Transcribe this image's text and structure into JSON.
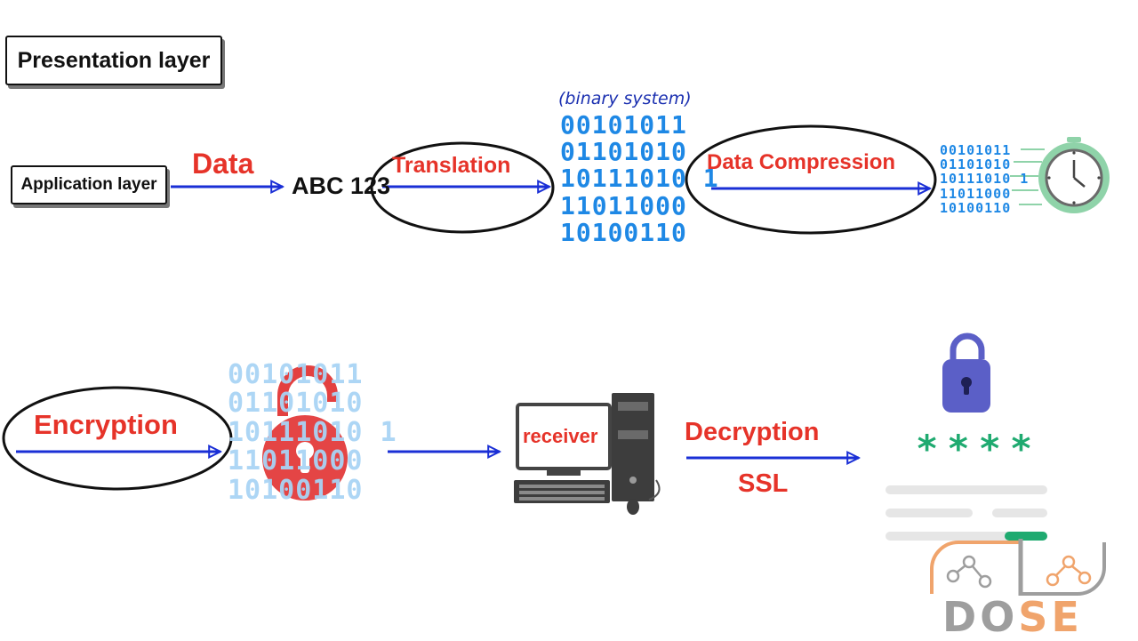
{
  "title": "Presentation layer",
  "application_layer": "Application layer",
  "labels": {
    "data": "Data",
    "abc": "ABC 123",
    "translation": "Translation",
    "binary_note": "(binary system)",
    "compression": "Data Compression",
    "encryption": "Encryption",
    "receiver": "receiver",
    "decryption": "Decryption",
    "ssl": "SSL",
    "stars": "****"
  },
  "binary_lines": "00101011\n01101010\n10111010 1\n11011000\n10100110",
  "binary_small_lines": "00101011\n01101010\n10111010 1\n11011000\n10100110",
  "binary_encrypted_lines": "00101011\n01101010\n10111010 1\n11011000\n10100110",
  "logo": {
    "d": "D",
    "o": "O",
    "s": "S",
    "e": "E"
  },
  "colors": {
    "red_label": "#e63329",
    "arrow_blue": "#1a2fd6",
    "binary_blue": "#1e88e5",
    "binary_light": "#a9d4f5",
    "lock_red": "#e02b2b",
    "lock_purple": "#5b5fc7",
    "stars_green": "#1faa70",
    "clock_green": "#8fd3a9",
    "logo_gray": "#9e9e9e",
    "logo_orange": "#f0a46c"
  }
}
